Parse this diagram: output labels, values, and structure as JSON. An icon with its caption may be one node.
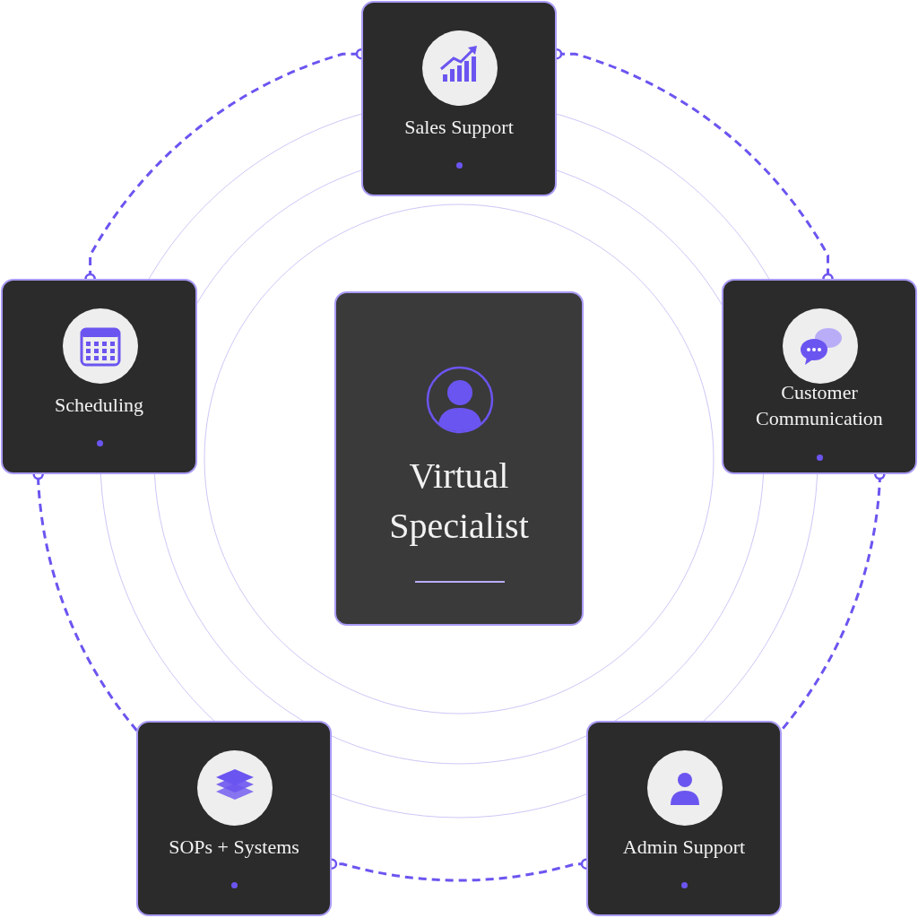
{
  "diagram": {
    "nodes": [
      {
        "text": [
          "Sales Support"
        ]
      },
      {
        "text": [
          "Scheduling"
        ]
      },
      {
        "text": [
          "Customer Communication"
        ]
      },
      {
        "text": [
          "Virtual Specialist"
        ]
      },
      {
        "text": [
          "SOPs + Systems"
        ]
      },
      {
        "text": [
          "Admin Support"
        ]
      }
    ],
    "edges": [
      {
        "from": 0,
        "to": 2,
        "arrow": "other",
        "style": "dashed"
      },
      {
        "from": 2,
        "to": 5,
        "arrow": "other",
        "style": "dashed"
      },
      {
        "from": 5,
        "to": 4,
        "arrow": "other",
        "style": "dashed"
      },
      {
        "from": 4,
        "to": 1,
        "arrow": "other",
        "style": "dashed"
      },
      {
        "from": 1,
        "to": 0,
        "arrow": "other",
        "style": "dashed"
      }
    ]
  }
}
